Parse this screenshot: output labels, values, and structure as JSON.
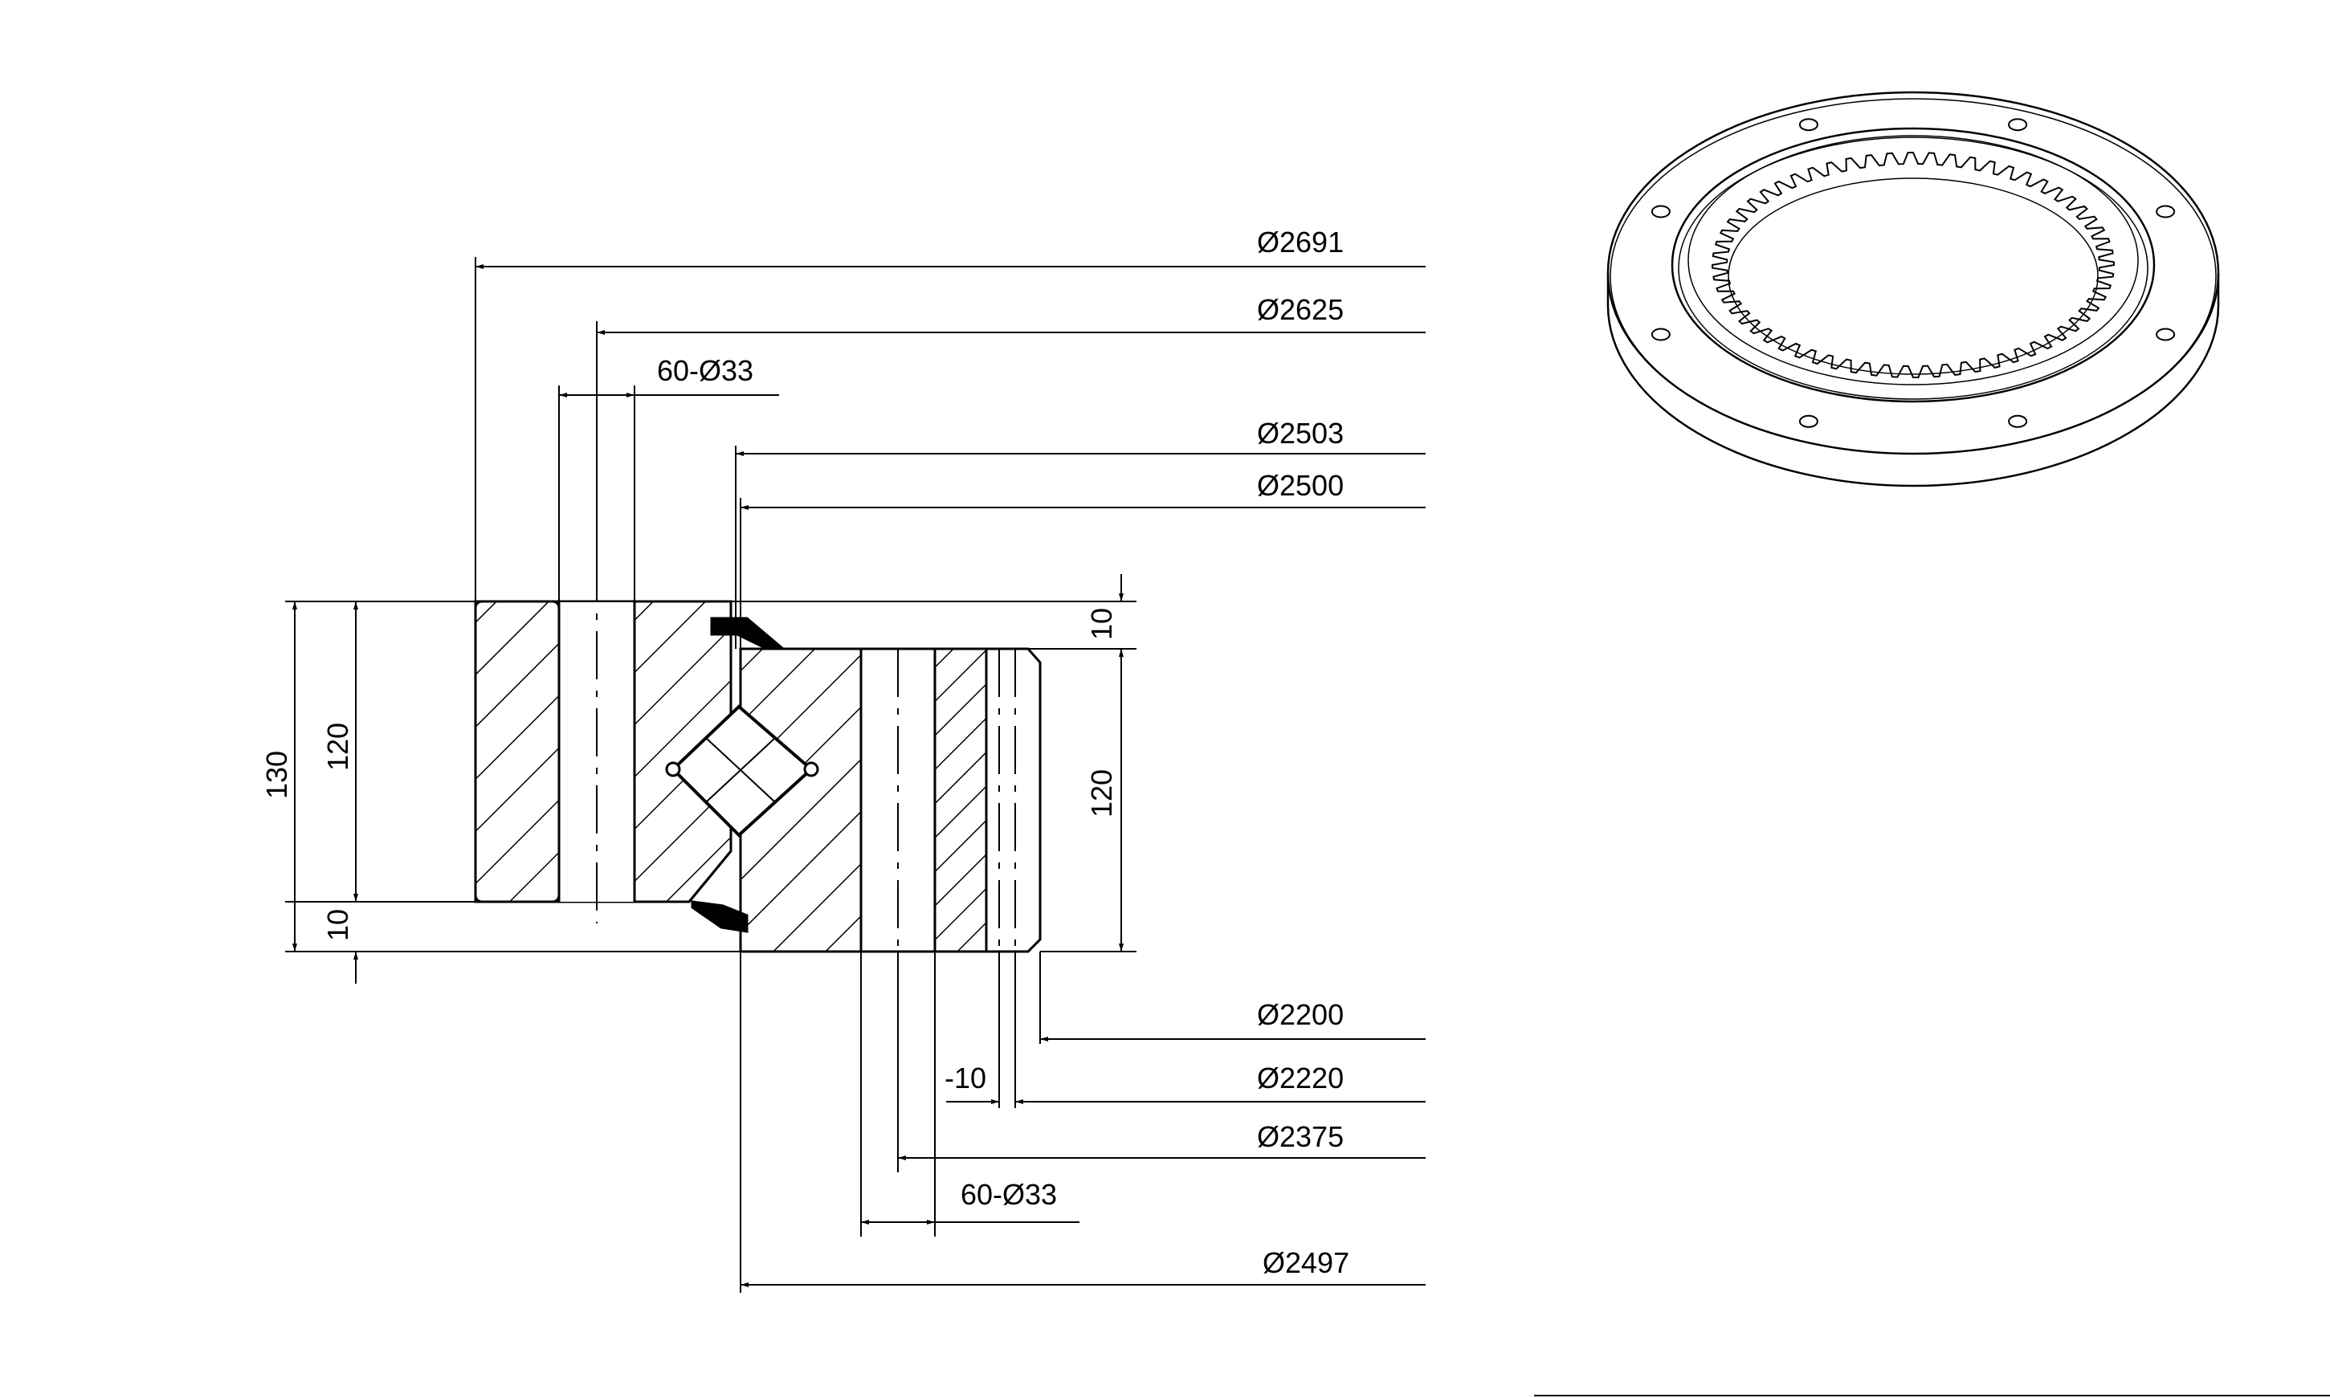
{
  "dimensions": {
    "outer_diameter": "Ø2691",
    "outer_bolt_circle": "Ø2625",
    "outer_holes": "60-Ø33",
    "outer_ring_bore": "Ø2503",
    "raceway_diameter": "Ø2500",
    "gap_height": "10",
    "outer_ring_height": "120",
    "total_height": "130",
    "bottom_gap": "10",
    "inner_ring_height": "120",
    "gear_root_diameter": "Ø2200",
    "gear_tip_diameter": "Ø2220",
    "tip_tolerance": "-10",
    "inner_bolt_circle": "Ø2375",
    "inner_holes": "60-Ø33",
    "inner_ring_outer_diameter": "Ø2497"
  },
  "gear": {
    "inner_teeth_shown": 60,
    "flange_holes_shown": 8
  },
  "colors": {
    "line": "#000000",
    "background": "#ffffff"
  }
}
